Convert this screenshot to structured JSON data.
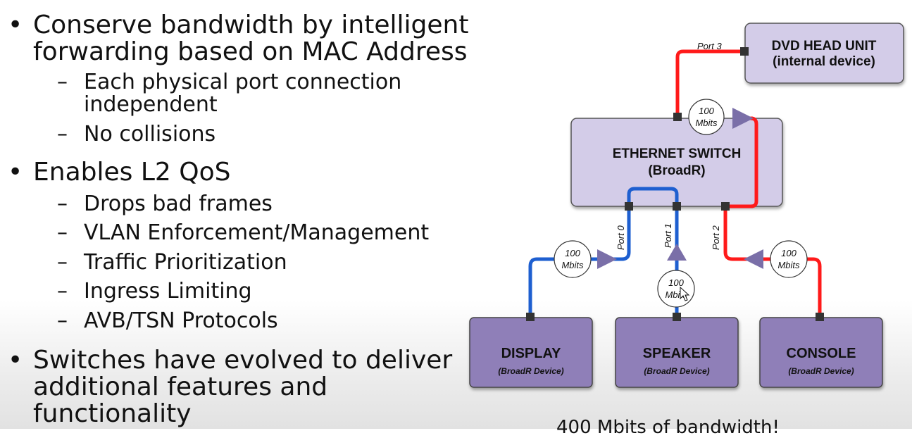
{
  "bullets": [
    {
      "lines": [
        "Conserve bandwidth by intelligent",
        "forwarding based on MAC Address"
      ],
      "subs": [
        {
          "lines": [
            "Each physical port connection",
            "independent"
          ]
        },
        {
          "lines": [
            "No collisions"
          ]
        }
      ]
    },
    {
      "lines": [
        "Enables L2 QoS"
      ],
      "subs": [
        {
          "lines": [
            "Drops bad frames"
          ]
        },
        {
          "lines": [
            "VLAN Enforcement/Management"
          ]
        },
        {
          "lines": [
            "Traffic Prioritization"
          ]
        },
        {
          "lines": [
            "Ingress Limiting"
          ]
        },
        {
          "lines": [
            "AVB/TSN Protocols"
          ]
        }
      ]
    },
    {
      "lines": [
        "Switches have evolved to deliver",
        "additional features and",
        "functionality"
      ],
      "subs": []
    }
  ],
  "bullet_glyph": "•",
  "sub_glyph": "–",
  "diagram": {
    "dvd": {
      "title": "DVD HEAD UNIT",
      "subtitle": "(internal device)"
    },
    "switch": {
      "title": "ETHERNET SWITCH",
      "subtitle": "(BroadR)"
    },
    "display": {
      "title": "DISPLAY",
      "subtitle": "(BroadR Device)"
    },
    "speaker": {
      "title": "SPEAKER",
      "subtitle": "(BroadR Device)"
    },
    "console": {
      "title": "CONSOLE",
      "subtitle": "(BroadR Device)"
    },
    "ports": {
      "port0": "Port 0",
      "port1": "Port 1",
      "port2": "Port 2",
      "port3": "Port 3"
    },
    "bandwidth": {
      "value": "100",
      "unit": "Mbits"
    },
    "colors": {
      "red_link": "#ff1a1a",
      "blue_link": "#1e5fd0",
      "box_fill": "#d3cce8",
      "device_fill": "#8f7fb8",
      "arrow": "#7a6fa8"
    }
  },
  "caption": "400 Mbits of bandwidth!"
}
